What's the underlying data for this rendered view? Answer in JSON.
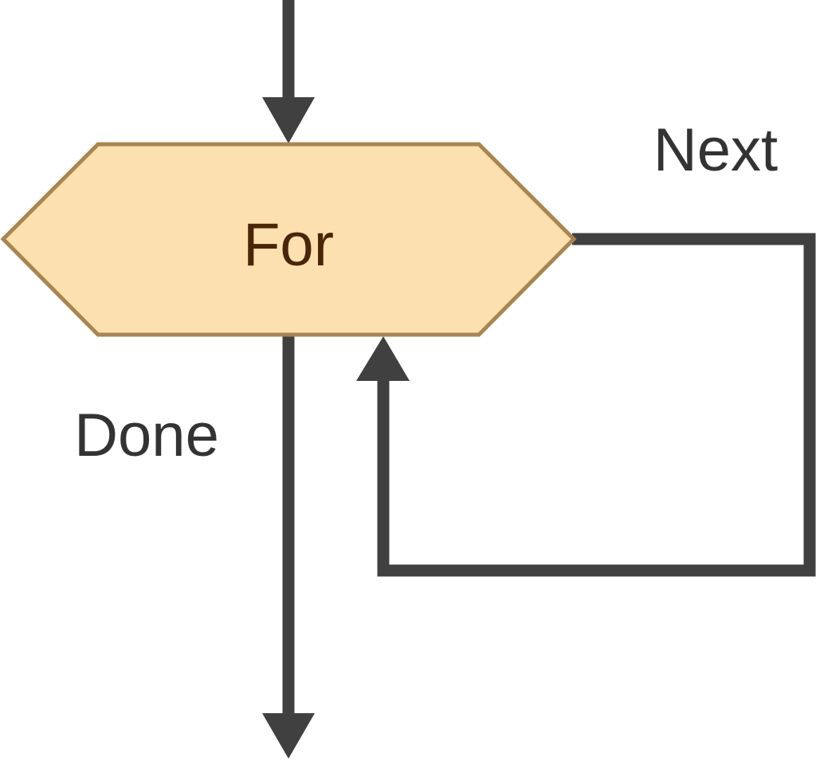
{
  "diagram": {
    "loop_node_label": "For",
    "next_label": "Next",
    "done_label": "Done"
  },
  "colors": {
    "node_fill": "#fde0b0",
    "node_stroke": "#a88552",
    "node_text": "#4a2508",
    "connector": "#404040",
    "edge_text": "#333333"
  }
}
